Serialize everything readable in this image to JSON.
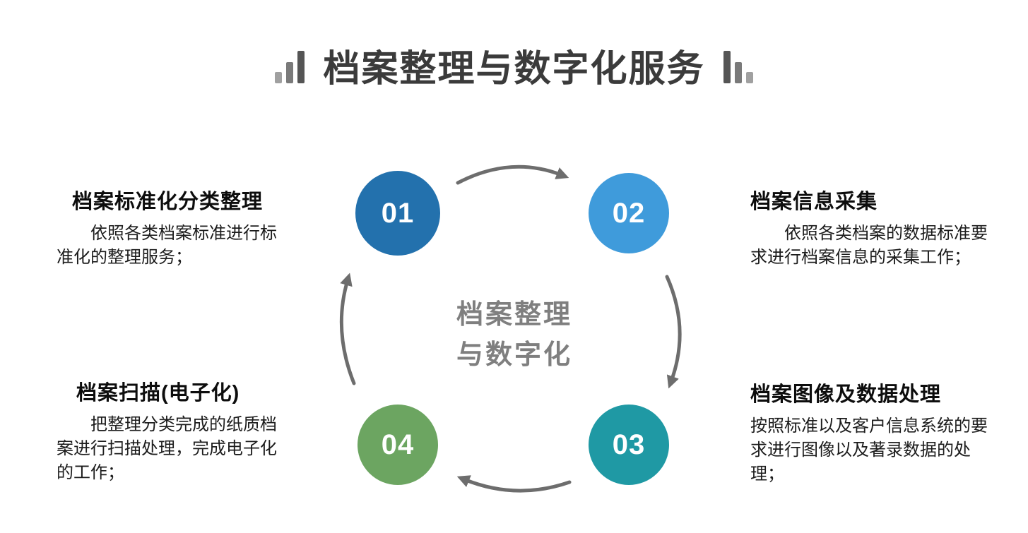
{
  "title": {
    "text": "档案整理与数字化服务",
    "color": "#3b3b3b"
  },
  "decor": {
    "left_icon": "bar-chart-ascending-icon",
    "right_icon": "bar-chart-descending-icon",
    "bars": [
      "#a0a0a0",
      "#7a7a7a",
      "#555555"
    ]
  },
  "center_label": {
    "line1": "档案整理",
    "line2": "与数字化",
    "color": "#7f7f7f"
  },
  "arrow_color": "#6d6d6d",
  "steps": [
    {
      "number": "01",
      "color": "#2371ad",
      "heading": "档案标准化分类整理",
      "description": "依照各类档案标准进行标准化的整理服务；"
    },
    {
      "number": "02",
      "color": "#3f9bdb",
      "heading": "档案信息采集",
      "description": "依照各类档案的数据标准要求进行档案信息的采集工作；"
    },
    {
      "number": "03",
      "color": "#1f99a4",
      "heading": "档案图像及数据处理",
      "description": "按照标准以及客户信息系统的要求进行图像以及著录数据的处理；"
    },
    {
      "number": "04",
      "color": "#6ca561",
      "heading": "档案扫描(电子化)",
      "description": "把整理分类完成的纸质档案进行扫描处理，完成电子化的工作；"
    }
  ]
}
